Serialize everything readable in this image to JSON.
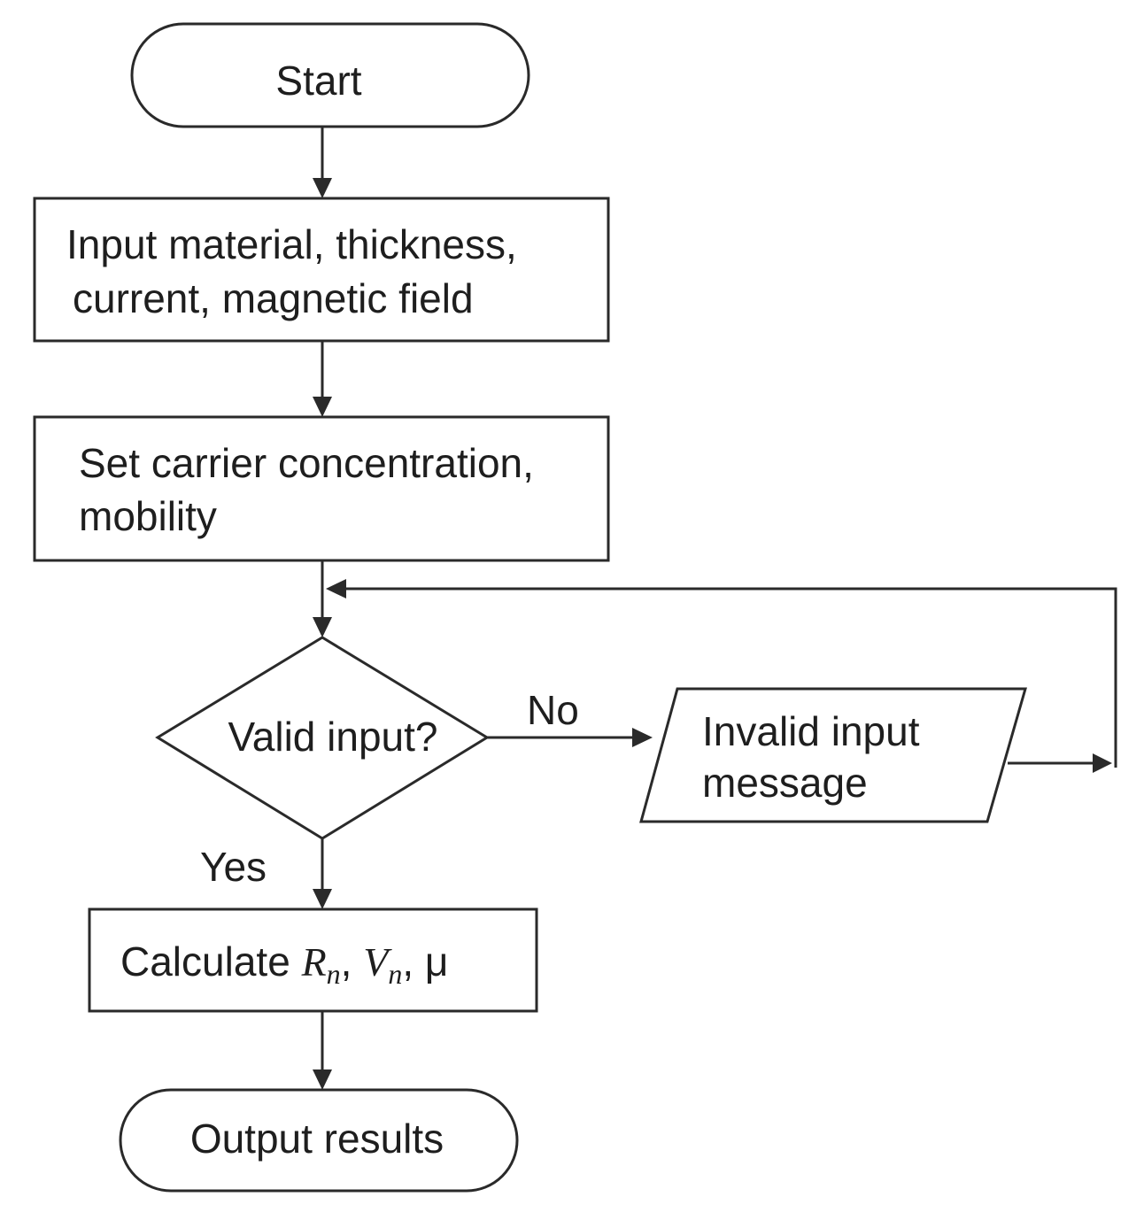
{
  "nodes": {
    "start": {
      "label": "Start"
    },
    "input": {
      "line1": "Input material, thickness,",
      "line2": "current, magnetic field"
    },
    "set_params": {
      "line1": "Set carrier concentration,",
      "line2": "mobility"
    },
    "decision": {
      "label": "Valid input?"
    },
    "invalid": {
      "line1": "Invalid input",
      "line2": "message"
    },
    "calculate": {
      "prefix": "Calculate ",
      "r": "R",
      "r_sub": "n",
      "sep1": ", ",
      "v": "V",
      "v_sub": "n",
      "sep2": ", ",
      "mu": "μ"
    },
    "output": {
      "label": "Output results"
    }
  },
  "edges": {
    "no_label": "No",
    "yes_label": "Yes"
  },
  "colors": {
    "stroke": "#2a2a2a",
    "text": "#1e1e1e",
    "background": "#ffffff"
  }
}
